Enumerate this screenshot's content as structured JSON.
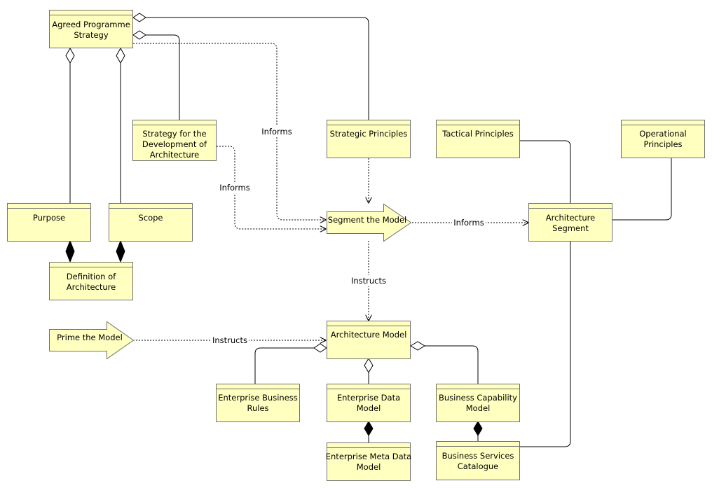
{
  "colors": {
    "node_fill": "#ffffc0",
    "node_stroke": "#707070",
    "edge": "#000000",
    "background": "#ffffff"
  },
  "nodes": {
    "agreed_programme_strategy": {
      "lines": [
        "Agreed Programme",
        "Strategy"
      ]
    },
    "strategy_for_development": {
      "lines": [
        "Strategy for the",
        "Development of",
        "Architecture"
      ]
    },
    "purpose": {
      "lines": [
        "Purpose"
      ]
    },
    "scope": {
      "lines": [
        "Scope"
      ]
    },
    "definition_of_architecture": {
      "lines": [
        "Definition of",
        "Architecture"
      ]
    },
    "strategic_principles": {
      "lines": [
        "Strategic Principles"
      ]
    },
    "tactical_principles": {
      "lines": [
        "Tactical Principles"
      ]
    },
    "operational_principles": {
      "lines": [
        "Operational",
        "Principles"
      ]
    },
    "segment_the_model": {
      "lines": [
        "Segment the Model"
      ]
    },
    "architecture_segment": {
      "lines": [
        "Architecture",
        "Segment"
      ]
    },
    "prime_the_model": {
      "lines": [
        "Prime the Model"
      ]
    },
    "architecture_model": {
      "lines": [
        "Architecture Model"
      ]
    },
    "enterprise_business_rules": {
      "lines": [
        "Enterprise Business",
        "Rules"
      ]
    },
    "enterprise_data_model": {
      "lines": [
        "Enterprise Data",
        "Model"
      ]
    },
    "business_capability_model": {
      "lines": [
        "Business Capability",
        "Model"
      ]
    },
    "enterprise_meta_data_model": {
      "lines": [
        "Enterprise Meta Data",
        "Model"
      ]
    },
    "business_services_catalogue": {
      "lines": [
        "Business Services",
        "Catalogue"
      ]
    }
  },
  "edge_labels": {
    "informs_strategy": "Informs",
    "informs_strategy_dev": "Informs",
    "informs_segment": "Informs",
    "instructs_segment": "Instructs",
    "instructs_prime": "Instructs"
  }
}
